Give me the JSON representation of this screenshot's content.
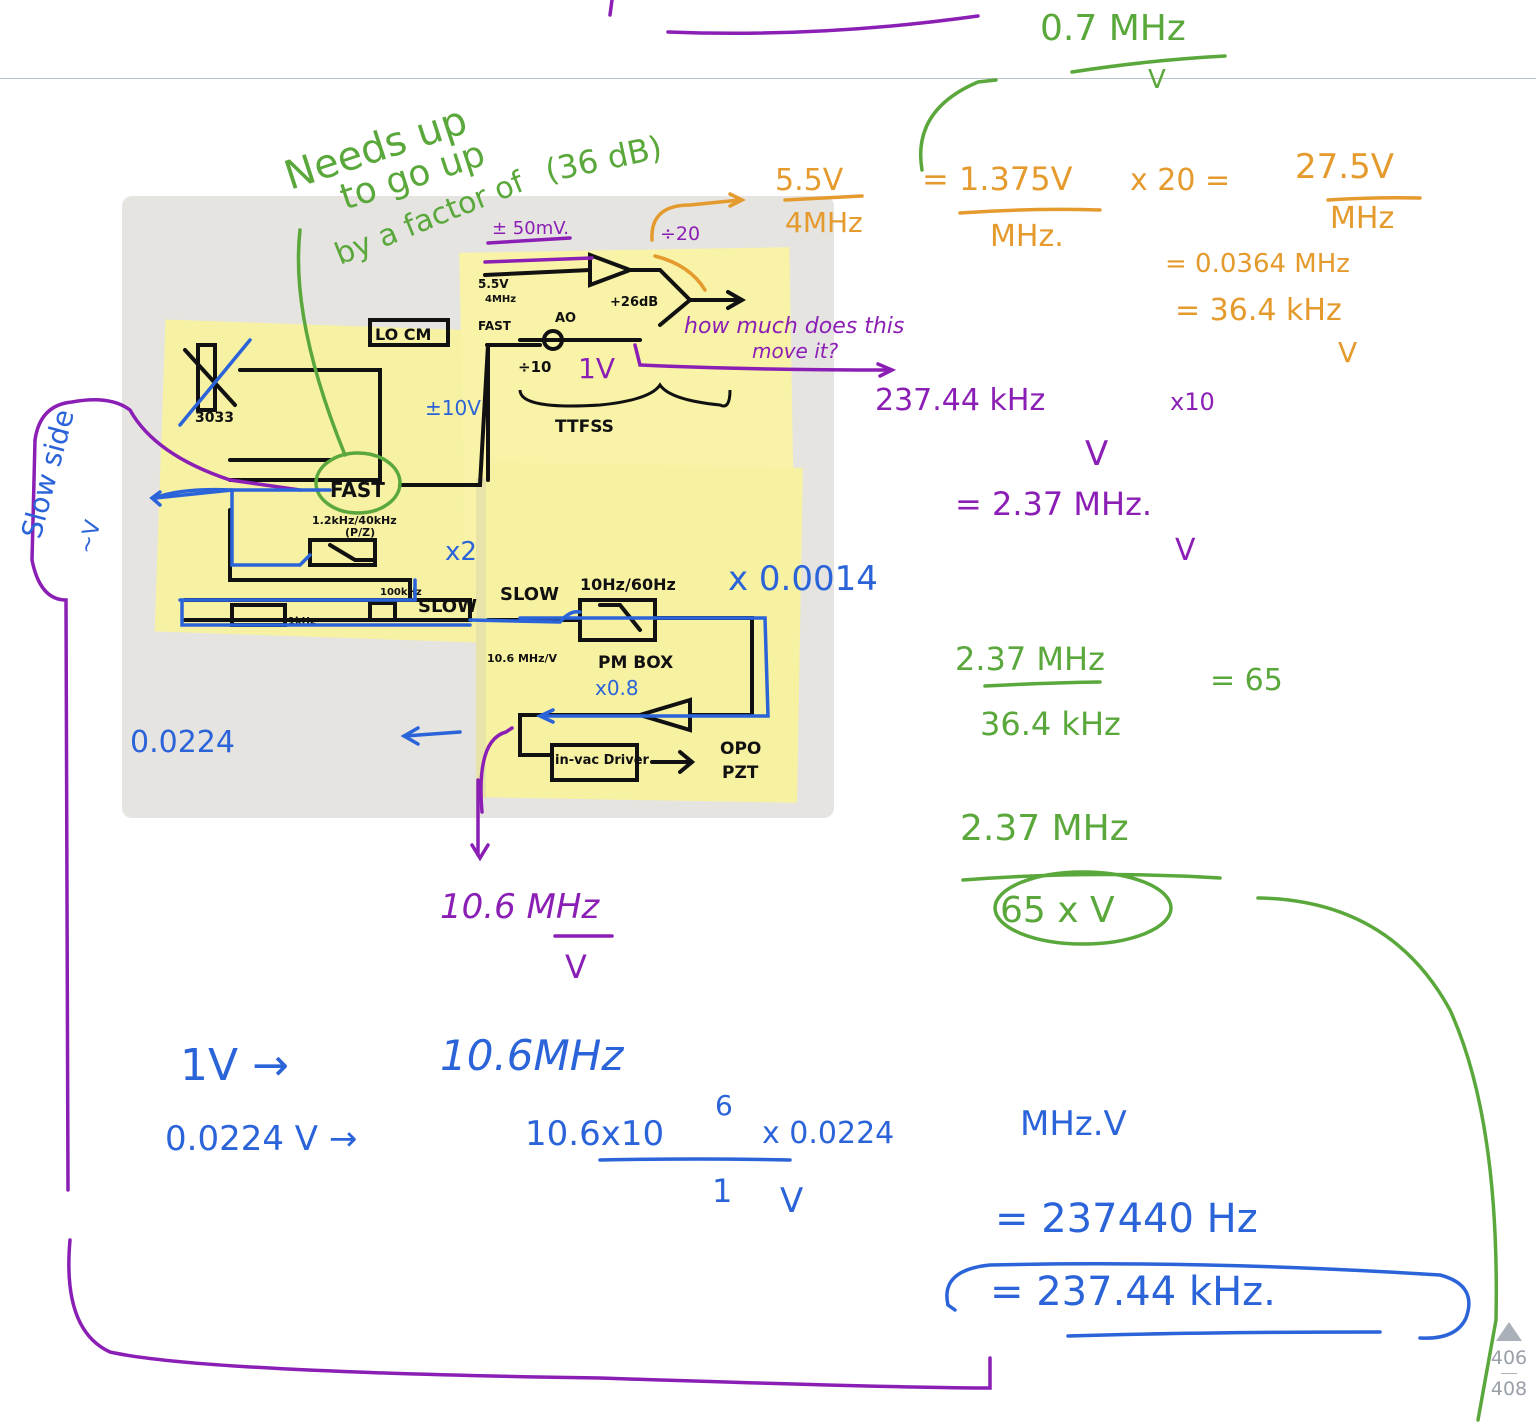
{
  "colors": {
    "purple": "#8b1fb5",
    "green": "#5aa83c",
    "orange": "#e49a2c",
    "blue": "#2b63d9",
    "ink": "#111111",
    "note": "#f7f3a0"
  },
  "header_note": "0.7 MHz",
  "header_note_unit": "V",
  "photo": {
    "lo_cm": "LO CM",
    "fast": "FAST",
    "slow_box": "SLOW",
    "slow_note": "SLOW",
    "tf_note": "10Hz/60Hz",
    "pm_box": "PM BOX",
    "pm_freq": "10.6 MHz/V",
    "x08": "x0.8",
    "in_vac_driver": "in-vac Driver",
    "opo": "OPO",
    "pzt": "PZT",
    "ttfss": "TTFSS",
    "fast_in": "FAST",
    "ao": "AO",
    "div10": "÷10",
    "one_v": "1V",
    "gain26": "+26dB",
    "pm50mv": "± 50mV",
    "v55": "5.5V",
    "mhz4": "4MHz",
    "r3033": "3033",
    "f100khz": "100kHz",
    "f1khz": "1kHz",
    "f12": "1.2kHz/40kHz",
    "pz": "(P/Z)",
    "slow_v": "±10V"
  },
  "annotations": {
    "needs_up": "Needs up",
    "to_go_up": "to go up",
    "by_factor": "by a factor of",
    "db36": "(36 dB)",
    "div20": "÷20",
    "how_much": "how much does this",
    "move_it": "move it?",
    "pm50": "± 50mV.",
    "eq1_num_left": "5.5V",
    "eq1_den_left": "4MHz",
    "eq1_mid_num": "= 1.375V",
    "eq1_mid_den": "MHz.",
    "eq1_x20": "x 20 =",
    "eq1_res_num": "27.5V",
    "eq1_res_den": "MHz",
    "eq1_line2": "= 0.0364 MHz",
    "eq1_line3": "= 36.4 kHz",
    "eq1_v": "V",
    "k237": "237.44 kHz",
    "x10": "x10",
    "k237_v": "V",
    "m237": "= 2.37 MHz.",
    "m237_v": "V",
    "x0014": "x 0.0014",
    "x2": "x2",
    "ratio_num": "2.37 MHz",
    "ratio_den": "36.4 kHz",
    "ratio_eq": "= 65",
    "r2_num": "2.37 MHz",
    "r2_den": "65 x V",
    "v0224": "0.0224",
    "slow_side": "Slow side",
    "slow_v": "~V",
    "m106": "10.6 MHz",
    "m106_v": "V",
    "line1_left": "1V →",
    "line1_right": "10.6MHz",
    "line2_left": "0.0224 V →",
    "line2_mid": "10.6x10",
    "line2_exp": "6",
    "line2_x": "x 0.0224",
    "line2_unit": "MHz.V",
    "line2_den": "1",
    "line2_den_v": "V",
    "res1": "= 237440 Hz",
    "res2": "= 237.44 kHz."
  },
  "pager": {
    "current": "406",
    "total": "408"
  }
}
